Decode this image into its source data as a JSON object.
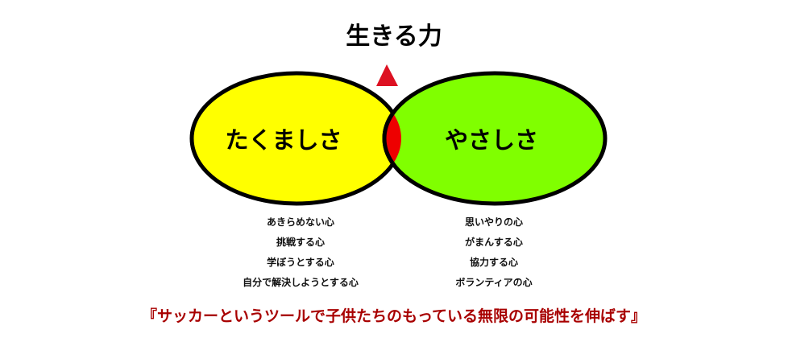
{
  "title": "生きる力",
  "circles": {
    "left": {
      "label": "たくましさ",
      "fill": "#ffff00"
    },
    "right": {
      "label": "やさしさ",
      "fill": "#80ff00"
    },
    "overlap_fill": "#ee0000"
  },
  "arrow_color": "#dd1122",
  "left_items": [
    "あきらめない心",
    "挑戦する心",
    "学ぼうとする心",
    "自分で解決しようとする心"
  ],
  "right_items": [
    "思いやりの心",
    "がまんする心",
    "協力する心",
    "ボランティアの心"
  ],
  "slogan": {
    "text": "『サッカーというツールで子供たちのもっている無限の可能性を伸ばす』",
    "color": "#a80000"
  }
}
